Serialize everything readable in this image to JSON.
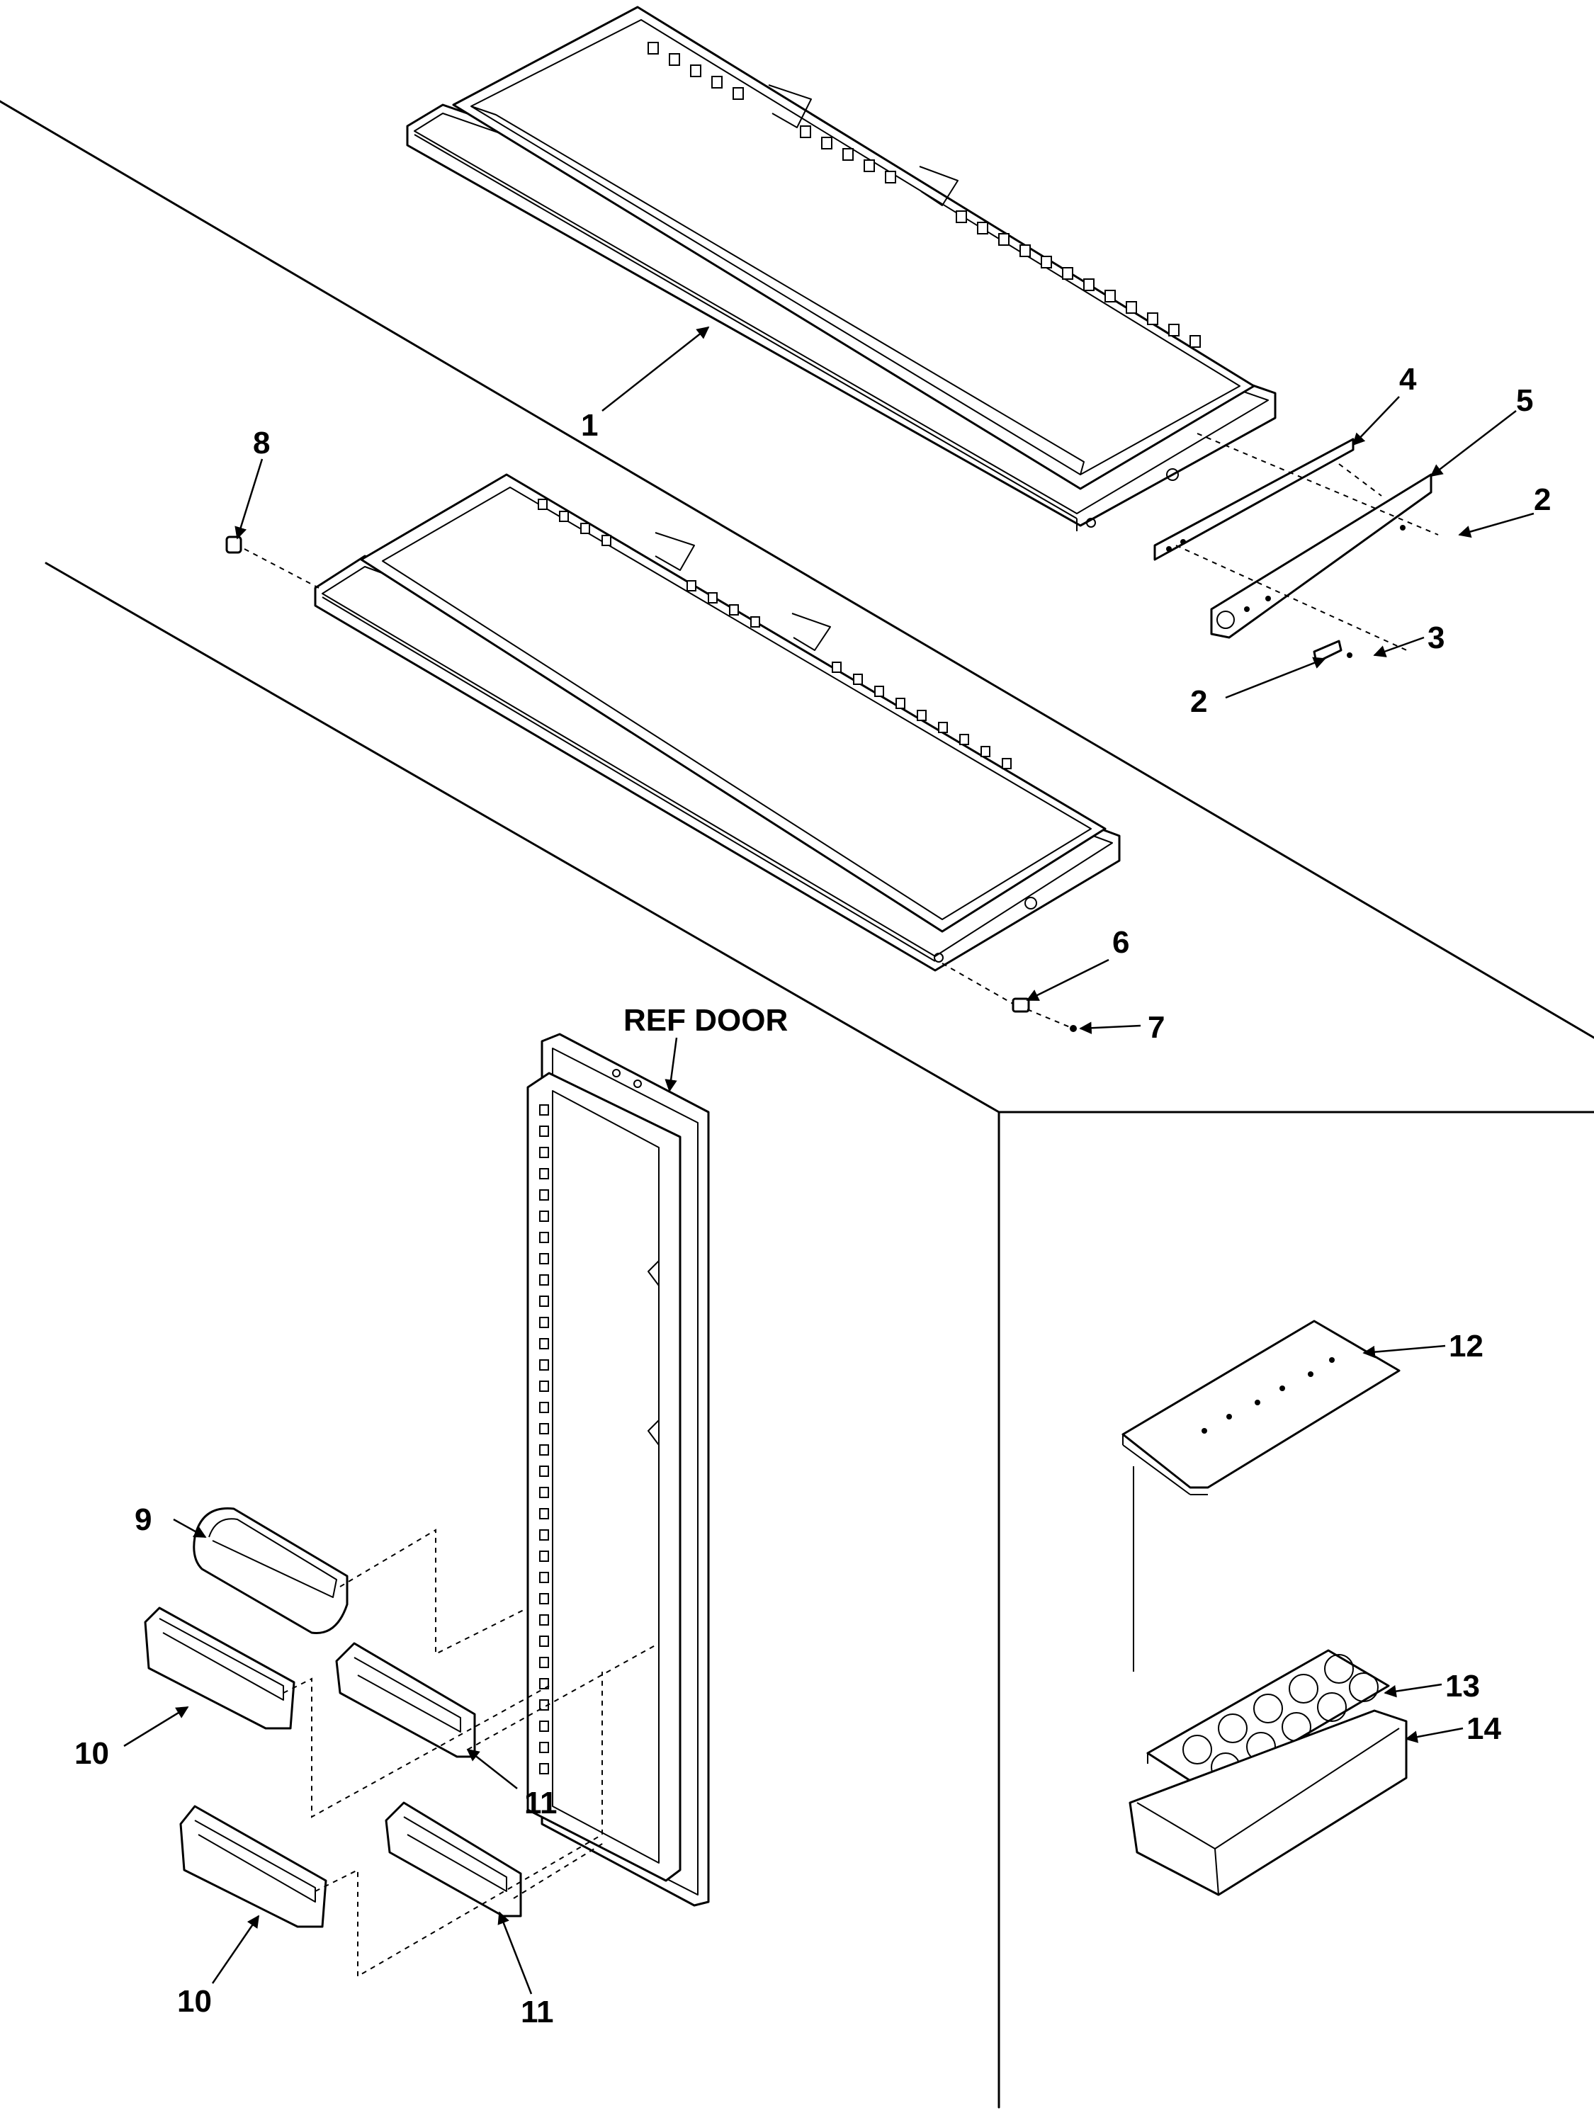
{
  "labels": {
    "c1": "1",
    "c2a": "2",
    "c2b": "2",
    "c3": "3",
    "c4": "4",
    "c5": "5",
    "c6": "6",
    "c7": "7",
    "c8": "8",
    "c9": "9",
    "c10a": "10",
    "c10b": "10",
    "c11a": "11",
    "c11b": "11",
    "c12": "12",
    "c13": "13",
    "c14": "14",
    "ref_door": "REF DOOR"
  }
}
